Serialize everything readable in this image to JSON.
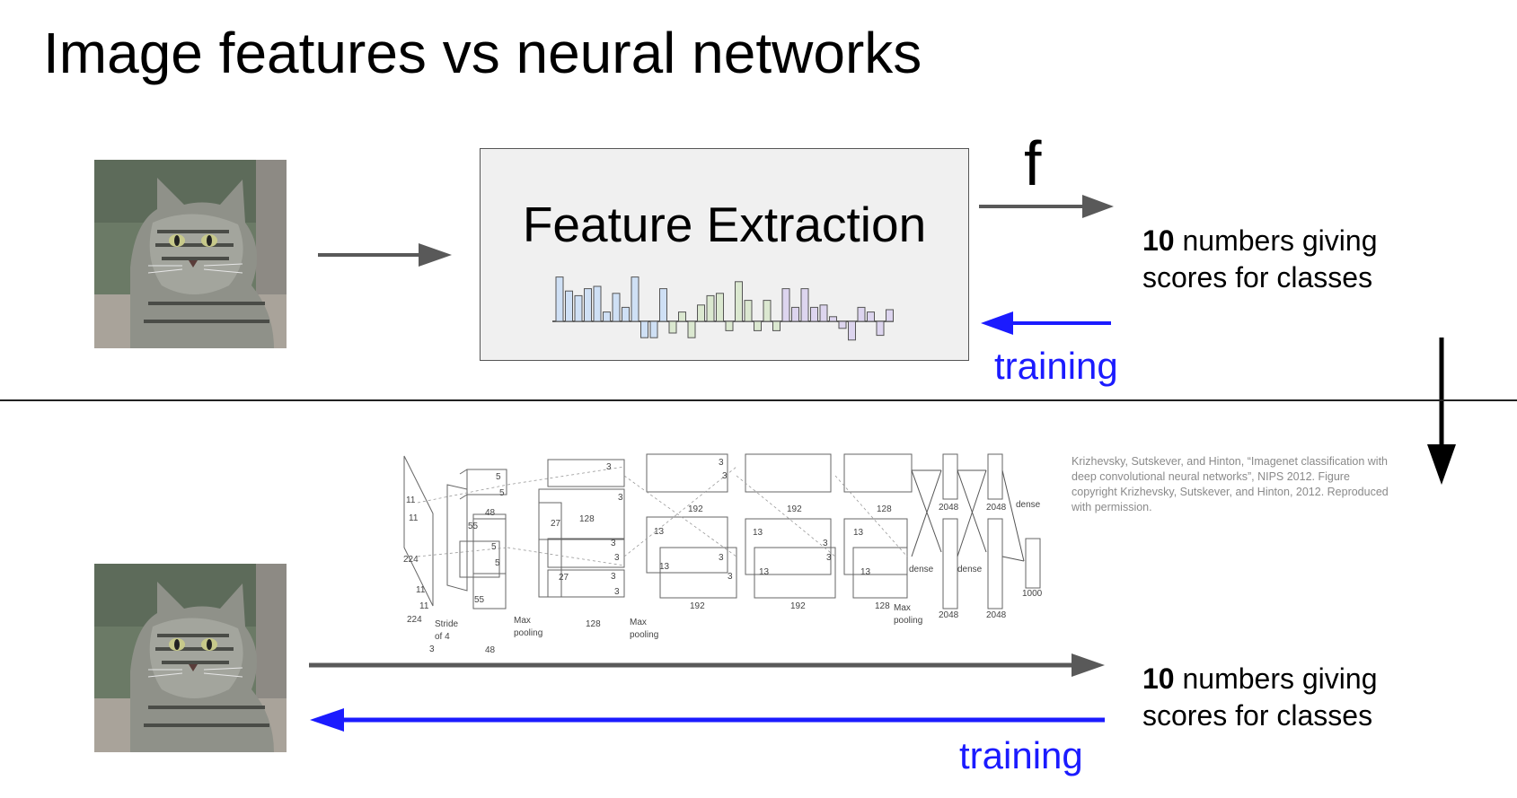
{
  "title": "Image features vs neural networks",
  "feature_extraction": {
    "label": "Feature Extraction",
    "histogram_values": [
      0.95,
      0.65,
      0.55,
      0.7,
      0.75,
      0.2,
      0.6,
      0.3,
      0.95,
      -0.35,
      -0.35,
      0.7,
      -0.25,
      0.2,
      -0.35,
      0.35,
      0.55,
      0.6,
      -0.2,
      0.85,
      0.45,
      -0.2,
      0.45,
      -0.2,
      0.7,
      0.3,
      0.7,
      0.3,
      0.35,
      0.1,
      -0.15,
      -0.4,
      0.3,
      0.2,
      -0.3,
      0.25
    ]
  },
  "f_label": "f",
  "top_output": {
    "number": "10",
    "text_line1": " numbers giving",
    "text_line2": "scores for classes"
  },
  "top_training": "training",
  "bottom_output": {
    "number": "10",
    "text_line1": " numbers giving",
    "text_line2": "scores for classes"
  },
  "bottom_training": "training",
  "citation": "Krizhevsky, Sutskever, and Hinton, “Imagenet classification with deep convolutional neural networks”, NIPS 2012. Figure copyright Krizhevsky, Sutskever, and Hinton, 2012. Reproduced with permission.",
  "alexnet_labels": {
    "k11a": "11",
    "k11b": "11",
    "n224": "224",
    "k11c": "11",
    "k11d": "11",
    "n224b": "224",
    "stride": "Stride",
    "of4": "of 4",
    "n3": "3",
    "k5a": "5",
    "k5b": "5",
    "n48top": "48",
    "n55": "55",
    "k5c": "5",
    "k5d": "5",
    "n55b": "55",
    "n48bot": "48",
    "n27a": "27",
    "n128a": "128",
    "n3a": "3",
    "n3b": "3",
    "n3c": "3",
    "n3d": "3",
    "n27b": "27",
    "n3e": "3",
    "n3f": "3",
    "n128b": "128",
    "maxpool1a": "Max",
    "maxpool1b": "pooling",
    "maxpool2a": "Max",
    "maxpool2b": "pooling",
    "n3g": "3",
    "n3h": "3",
    "n192a": "192",
    "n13a": "13",
    "n13b": "13",
    "n3i": "3",
    "n3j": "3",
    "n192b": "192",
    "n192c": "192",
    "n13c": "13",
    "n13d": "13",
    "n3k": "3",
    "n3l": "3",
    "n192d": "192",
    "n128c": "128",
    "n13e": "13",
    "n13f": "13",
    "n128d": "128",
    "maxpool3a": "Max",
    "maxpool3b": "pooling",
    "n2048a": "2048",
    "n2048b": "2048",
    "dense1": "dense",
    "dense2": "dense",
    "dense3": "dense",
    "n2048c": "2048",
    "n2048d": "2048",
    "n1000": "1000"
  },
  "colors": {
    "arrow_gray": "#595959",
    "training_blue": "#1b1bff",
    "box_fill": "#f0f0f0"
  }
}
